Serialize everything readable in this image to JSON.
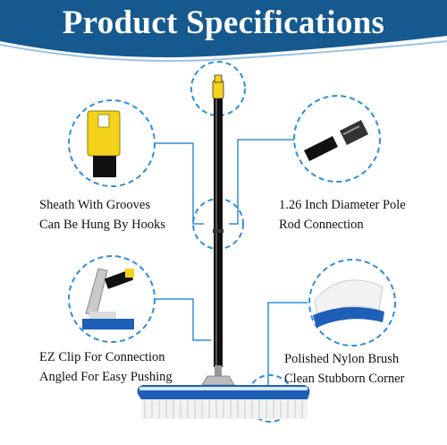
{
  "header": {
    "title": "Product Specifications",
    "background_color": "#16598f",
    "accent_color": "#f4f6f8"
  },
  "features": [
    {
      "line1": "Sheath With Grooves",
      "line2": "Can Be Hung By Hooks",
      "icon": "yellow-end-cap-icon"
    },
    {
      "line1": "1.26 Inch Diameter Pole",
      "line2": "Rod Connection",
      "icon": "pole-connection-icon"
    },
    {
      "line1": "EZ Clip For Connection",
      "line2": "Angled For Easy Pushing",
      "icon": "ez-clip-icon"
    },
    {
      "line1": "Polished Nylon Brush",
      "line2": "Clean Stubborn Corner",
      "icon": "nylon-brush-icon"
    }
  ],
  "colors": {
    "callout_border": "#2e8fd8",
    "pole": "#111111",
    "handle_cap": "#f4d21a",
    "brush_frame": "#1f5fb8",
    "bristles": "#f2f2f2"
  }
}
